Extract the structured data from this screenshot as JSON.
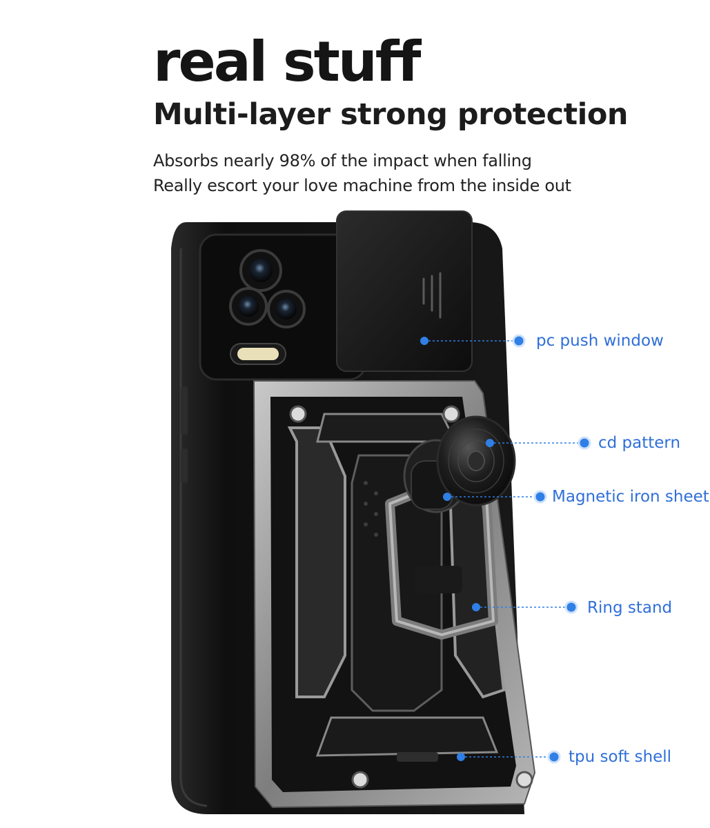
{
  "headline": "real stuff",
  "subheadline": "Multi-layer strong protection",
  "description": [
    "Absorbs nearly 98% of the impact when falling",
    "Really escort your love machine from the inside out"
  ],
  "callouts": [
    {
      "id": "pc-push-window",
      "label": "pc push window"
    },
    {
      "id": "cd-pattern",
      "label": "cd pattern"
    },
    {
      "id": "magnetic-iron-sheet",
      "label": "Magnetic iron sheet"
    },
    {
      "id": "ring-stand",
      "label": "Ring stand"
    },
    {
      "id": "tpu-soft-shell",
      "label": "tpu soft shell"
    }
  ],
  "colors": {
    "accent": "#2f7fe6",
    "case_body": "#141414",
    "case_frame": "#8a8a8a"
  }
}
